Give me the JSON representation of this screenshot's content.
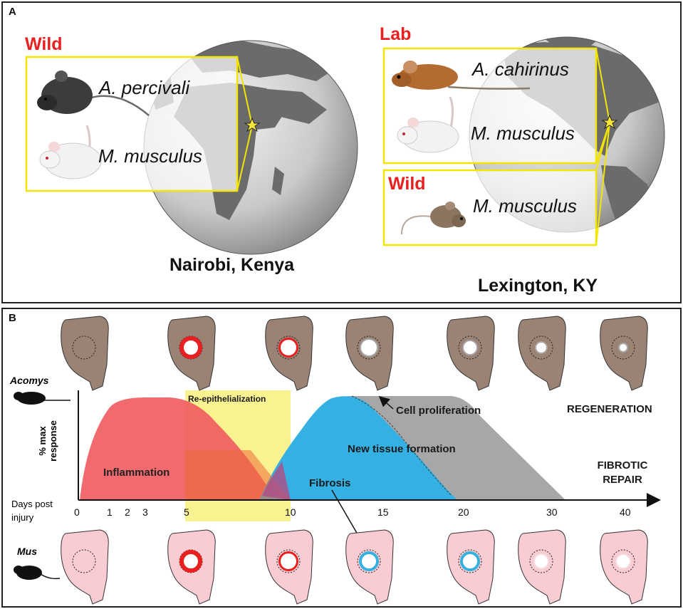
{
  "panelA": {
    "label": "A",
    "left_site": {
      "city": "Nairobi, Kenya",
      "box_title": "Wild",
      "species": [
        "A. percivali",
        "M. musculus"
      ]
    },
    "right_site": {
      "city": "Lexington, KY",
      "lab_title": "Lab",
      "lab_species": [
        "A. cahirinus",
        "M. musculus"
      ],
      "wild_title": "Wild",
      "wild_species": [
        "M. musculus"
      ]
    },
    "colors": {
      "highlight": "#f2e600",
      "title_red": "#e8201f",
      "star": "#f6e63a"
    }
  },
  "panelB": {
    "label": "B",
    "organism_top": "Acomys",
    "organism_bottom": "Mus",
    "y_axis_label": "% max response",
    "x_axis_label": "Days post injury",
    "ticks": [
      "0",
      "1",
      "2",
      "3",
      "5",
      "10",
      "15",
      "20",
      "30",
      "40"
    ],
    "phases": {
      "inflammation": "Inflammation",
      "reepithelialization": "Re-epithelialization",
      "new_tissue": "New tissue formation",
      "cell_proliferation": "Cell proliferation",
      "fibrosis": "Fibrosis"
    },
    "outcomes": {
      "regeneration": "REGENERATION",
      "fibrotic": "FIBROTIC REPAIR"
    },
    "colors": {
      "inflammation": "#ee5a5e",
      "reepithelialization": "#f8f07c",
      "new_tissue": "#35b0e2",
      "cell_proliferation": "#a7a7a7",
      "acomys_ear": "#9a8274",
      "mus_ear": "#f9ccd3"
    }
  }
}
